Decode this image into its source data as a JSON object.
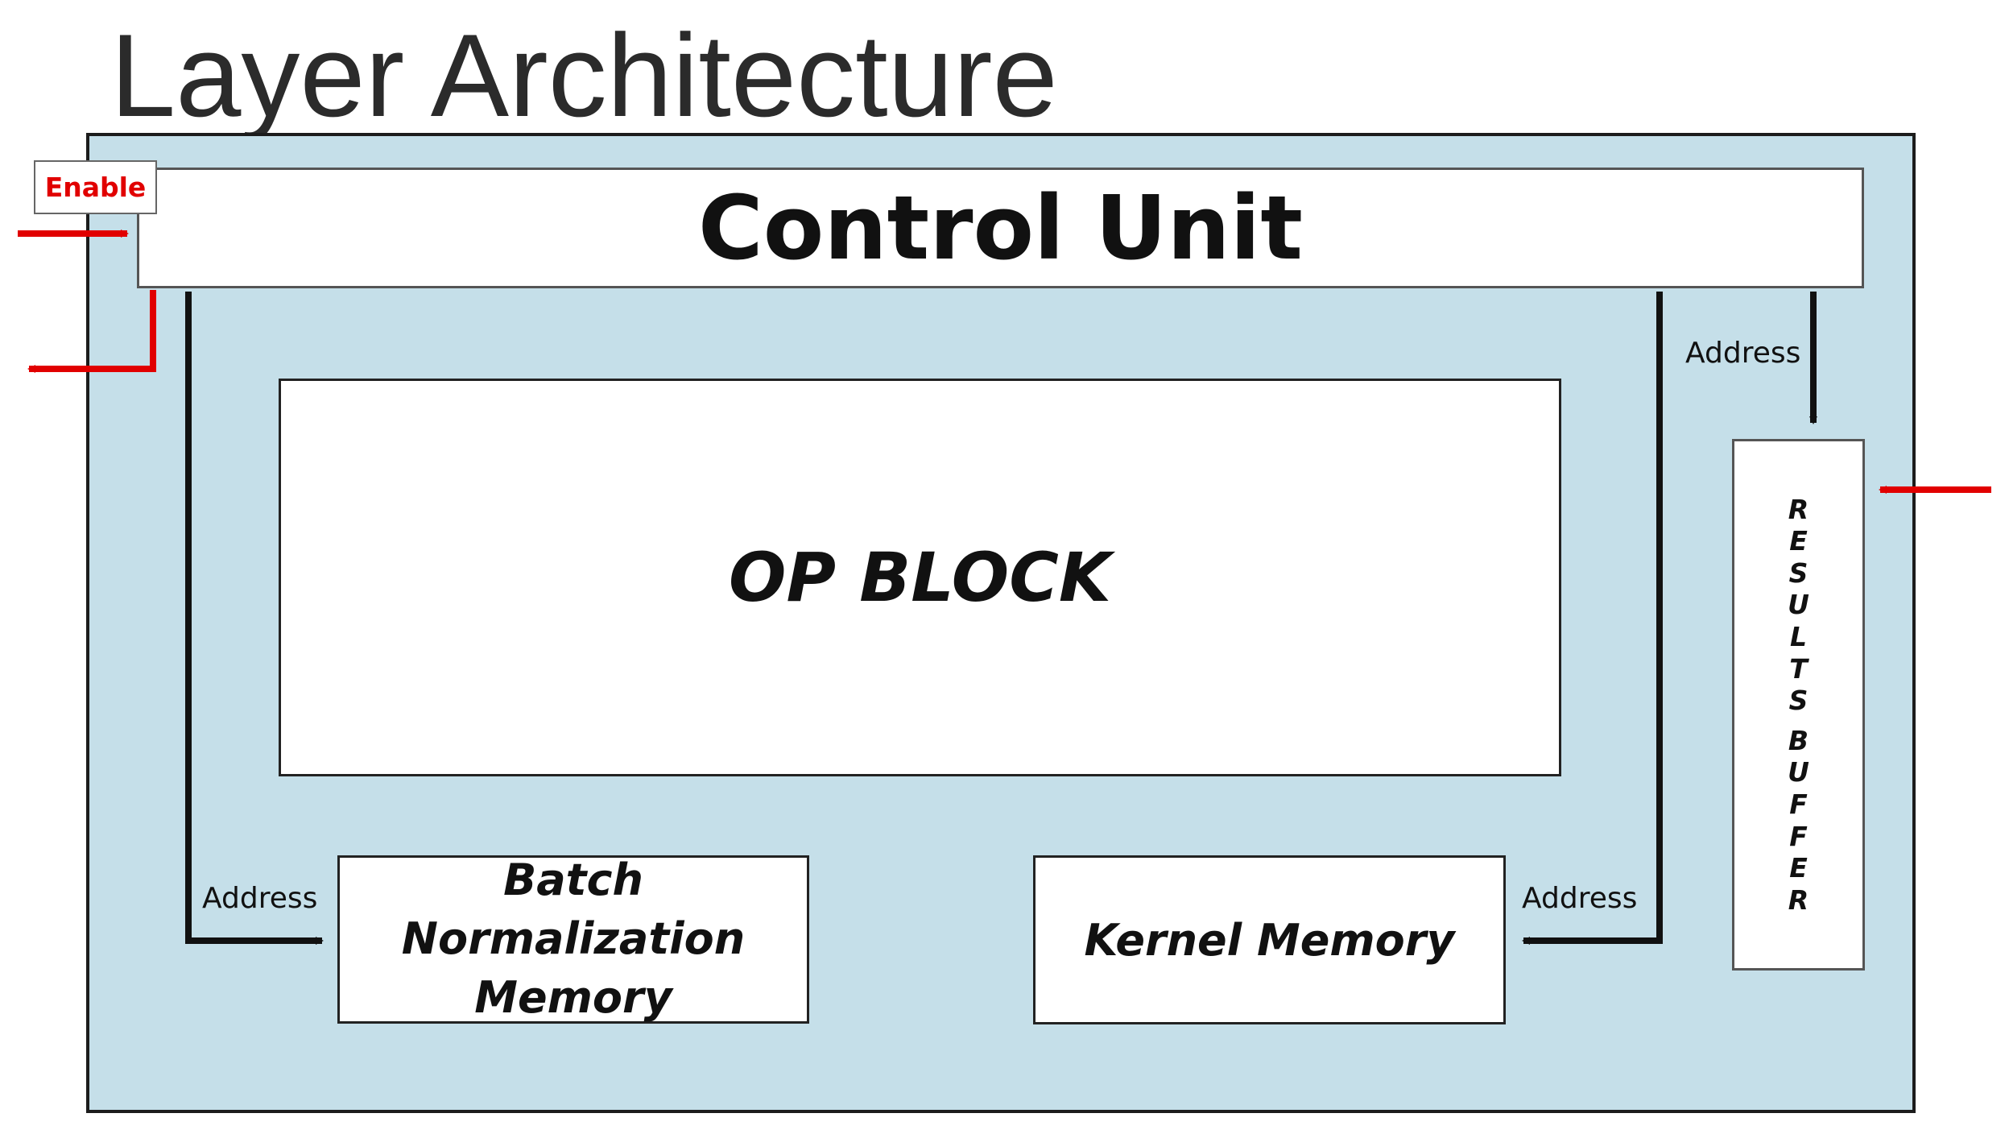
{
  "title": "Layer Architecture",
  "blocks": {
    "control_unit": "Control Unit",
    "op_block": "OP BLOCK",
    "batch_norm_line1": "Batch Normalization",
    "batch_norm_line2": "Memory",
    "kernel_memory": "Kernel Memory",
    "results_buffer_word1": [
      "R",
      "E",
      "S",
      "U",
      "L",
      "T",
      "S"
    ],
    "results_buffer_word2": [
      "B",
      "U",
      "F",
      "F",
      "E",
      "R"
    ]
  },
  "labels": {
    "enable": "Enable",
    "address_results": "Address",
    "address_batch": "Address",
    "address_kernel": "Address"
  },
  "colors": {
    "frame_fill": "#c5dfe9",
    "signal_arrow": "#e10000",
    "address_arrow": "#111111"
  }
}
